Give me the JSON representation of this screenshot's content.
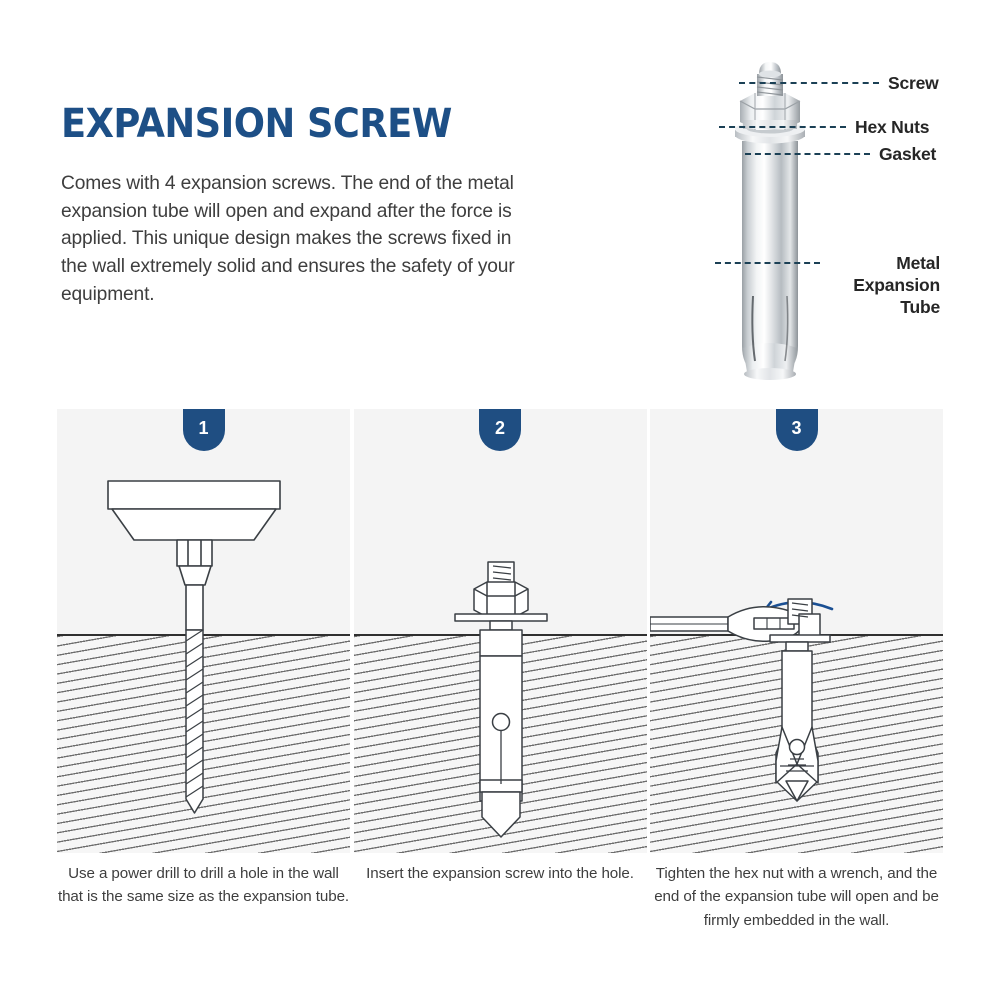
{
  "header": {
    "title": "EXPANSION SCREW",
    "paragraph": "Comes with 4 expansion screws. The end of the metal expansion tube will open and expand after the force is applied. This unique design makes the screws fixed in the wall extremely solid and ensures the safety of your equipment."
  },
  "colors": {
    "brand_blue": "#1d4f86",
    "badge_blue": "#1f4e82",
    "leader_line": "#1b4055",
    "body_text": "#3e3e3e",
    "callout_text": "#262626",
    "panel_bg": "#f4f4f4",
    "wall_hatch": "#6e6e6e",
    "wall_line": "#2f2f2f",
    "arrow_blue": "#1a4f93"
  },
  "hero": {
    "figure_name": "expansion-anchor-bolt-photo",
    "callouts": [
      {
        "id": "screw",
        "label": "Screw",
        "icon": "dashed-leader-line"
      },
      {
        "id": "hex-nuts",
        "label": "Hex Nuts",
        "icon": "dashed-leader-line"
      },
      {
        "id": "gasket",
        "label": "Gasket",
        "icon": "dashed-leader-line"
      },
      {
        "id": "metal-tube",
        "label": "Metal\nExpansion\nTube",
        "icon": "dashed-leader-line"
      }
    ]
  },
  "steps": [
    {
      "number": "1",
      "art": "power-drill-into-wall",
      "caption": "Use a power drill to drill a hole in the wall that is the same size as the expansion tube."
    },
    {
      "number": "2",
      "art": "anchor-inserted-in-hole",
      "caption": "Insert the expansion screw into the hole."
    },
    {
      "number": "3",
      "art": "wrench-tightening-hex-nut",
      "caption": "Tighten the hex nut with a wrench, and the end of the expansion tube will open and be firmly embedded in the wall."
    }
  ]
}
